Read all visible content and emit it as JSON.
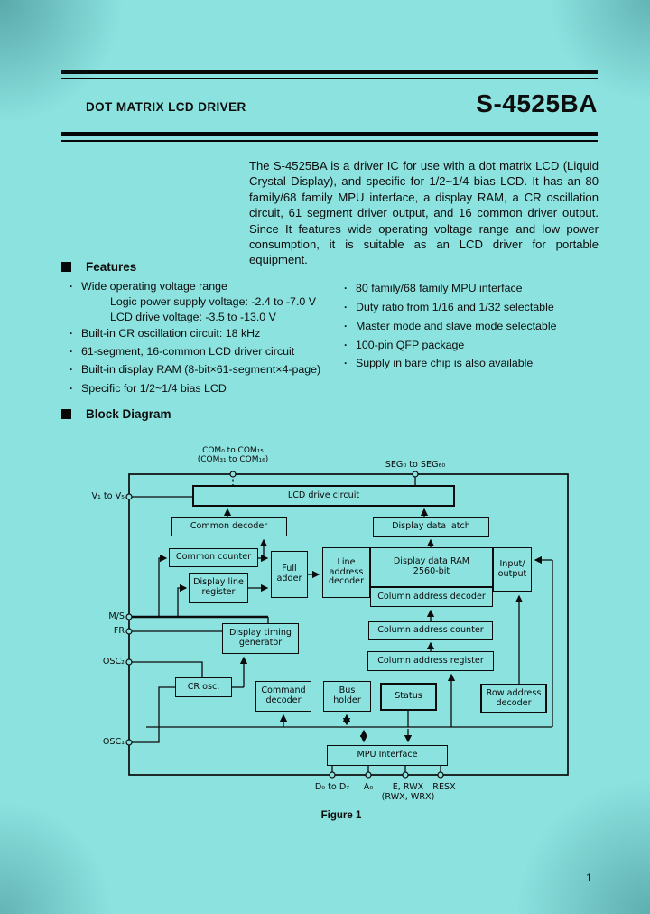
{
  "page": {
    "number": "1",
    "bg_color": "#8be2df"
  },
  "icons": {
    "bullet": "·",
    "section_marker": "■"
  },
  "header": {
    "subtitle": "DOT MATRIX LCD DRIVER",
    "part_number": "S-4525BA"
  },
  "description": "The S-4525BA is a driver IC for use with a dot matrix LCD (Liquid Crystal Display), and specific for 1/2~1/4 bias LCD.  It has an 80 family/68 family MPU interface, a display RAM, a CR oscillation circuit, 61 segment driver output, and 16 common driver output. Since It features wide operating voltage range and low power consumption, it is suitable as an LCD driver for portable equipment.",
  "features": {
    "heading": "Features",
    "left": [
      "Wide operating voltage range",
      "Built-in CR oscillation circuit: 18 kHz",
      "61-segment, 16-common LCD driver circuit",
      "Built-in display RAM (8-bit×61-segment×4-page)",
      "Specific for 1/2~1/4 bias LCD"
    ],
    "left_sub": [
      "Logic power supply voltage: -2.4 to -7.0 V",
      "LCD drive voltage: -3.5 to -13.0 V"
    ],
    "right": [
      "80 family/68 family MPU interface",
      "Duty ratio from 1/16 and 1/32 selectable",
      "Master mode and slave mode selectable",
      "100-pin QFP package",
      "Supply in bare chip is also available"
    ]
  },
  "block_diagram": {
    "heading": "Block Diagram",
    "caption": "Figure 1",
    "blocks": {
      "lcd_drive": "LCD drive circuit",
      "common_decoder": "Common decoder",
      "display_data_latch": "Display data latch",
      "common_counter": "Common counter",
      "full_adder": "Full\nadder",
      "display_line_register": "Display line\nregister",
      "line_address_decoder": "Line\naddress\ndecoder",
      "display_data_ram": "Display data RAM\n2560-bit",
      "input_output": "Input/\noutput",
      "column_address_decoder": "Column address decoder",
      "column_address_counter": "Column address counter",
      "column_address_register": "Column address register",
      "display_timing_generator": "Display timing\ngenerator",
      "cr_osc": "CR osc.",
      "command_decoder": "Command\ndecoder",
      "bus_holder": "Bus\nholder",
      "status": "Status",
      "row_address_decoder": "Row address\ndecoder",
      "mpu_interface": "MPU Interface"
    },
    "pins": {
      "com_line1": "COM₀ to COM₁₅",
      "com_line2": "(COM₃₁ to COM₁₆)",
      "seg": "SEG₀ to SEG₆₀",
      "v": "V₁ to V₅",
      "ms": "M/S",
      "fr": "FR",
      "osc2": "OSC₂",
      "osc1": "OSC₁",
      "d": "D₀ to D₇",
      "a0": "A₀",
      "erwx_line1": "E, RWX",
      "erwx_line2": "(RWX, WRX)",
      "resx": "RESX"
    }
  }
}
